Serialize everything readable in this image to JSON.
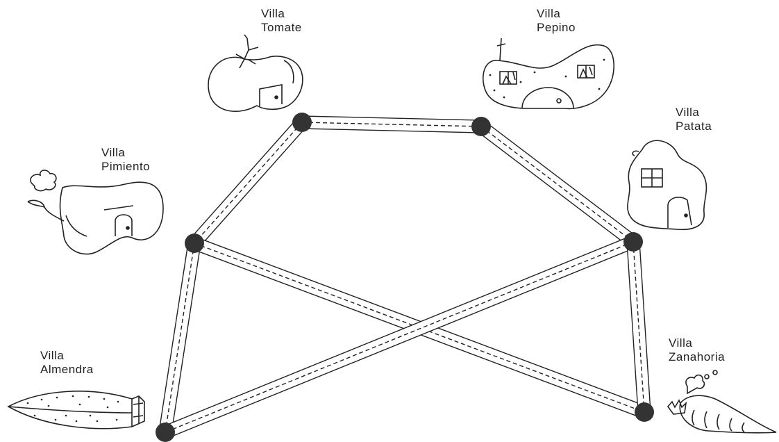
{
  "villas": [
    {
      "id": "tomate",
      "line1": "Villa",
      "line2": "Tomate",
      "icon": "tomato-house-icon"
    },
    {
      "id": "pepino",
      "line1": "Villa",
      "line2": "Pepino",
      "icon": "cucumber-house-icon"
    },
    {
      "id": "patata",
      "line1": "Villa",
      "line2": "Patata",
      "icon": "potato-house-icon"
    },
    {
      "id": "pimiento",
      "line1": "Villa",
      "line2": "Pimiento",
      "icon": "pepper-house-icon"
    },
    {
      "id": "almendra",
      "line1": "Villa",
      "line2": "Almendra",
      "icon": "almond-house-icon"
    },
    {
      "id": "zanahoria",
      "line1": "Villa",
      "line2": "Zanahoria",
      "icon": "carrot-house-icon"
    }
  ],
  "roads": [
    [
      "tomate",
      "pepino"
    ],
    [
      "tomate",
      "pimiento"
    ],
    [
      "pepino",
      "patata"
    ],
    [
      "pimiento",
      "almendra"
    ],
    [
      "pimiento",
      "zanahoria"
    ],
    [
      "patata",
      "almendra"
    ],
    [
      "patata",
      "zanahoria"
    ]
  ],
  "colors": {
    "ink": "#222222",
    "node": "#333333",
    "paper": "#ffffff"
  }
}
